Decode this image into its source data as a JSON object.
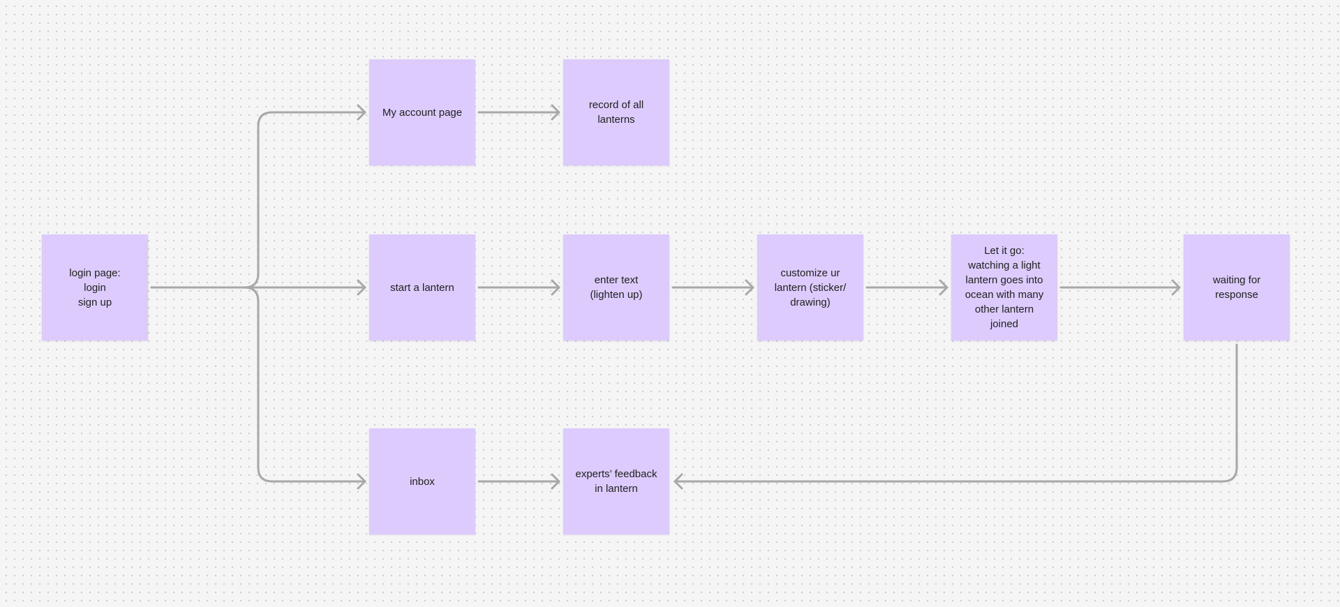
{
  "board": {
    "sticky_color": "#dccbfc",
    "connector_color": "#a8a8a8",
    "background_color": "#f5f5f5"
  },
  "notes": {
    "login": "login page:\nlogin\nsign up",
    "account": "My account page",
    "record": "record of all\nlanterns",
    "start": "start a lantern",
    "enter": "enter text\n(lighten up)",
    "customize": "customize ur\nlantern (sticker/\ndrawing)",
    "letgo": "Let it go:\nwatching a light\nlantern goes into\nocean with many\nother lantern\njoined",
    "waiting": "waiting for\nresponse",
    "inbox": "inbox",
    "feedback": "experts’ feedback\nin lantern"
  }
}
